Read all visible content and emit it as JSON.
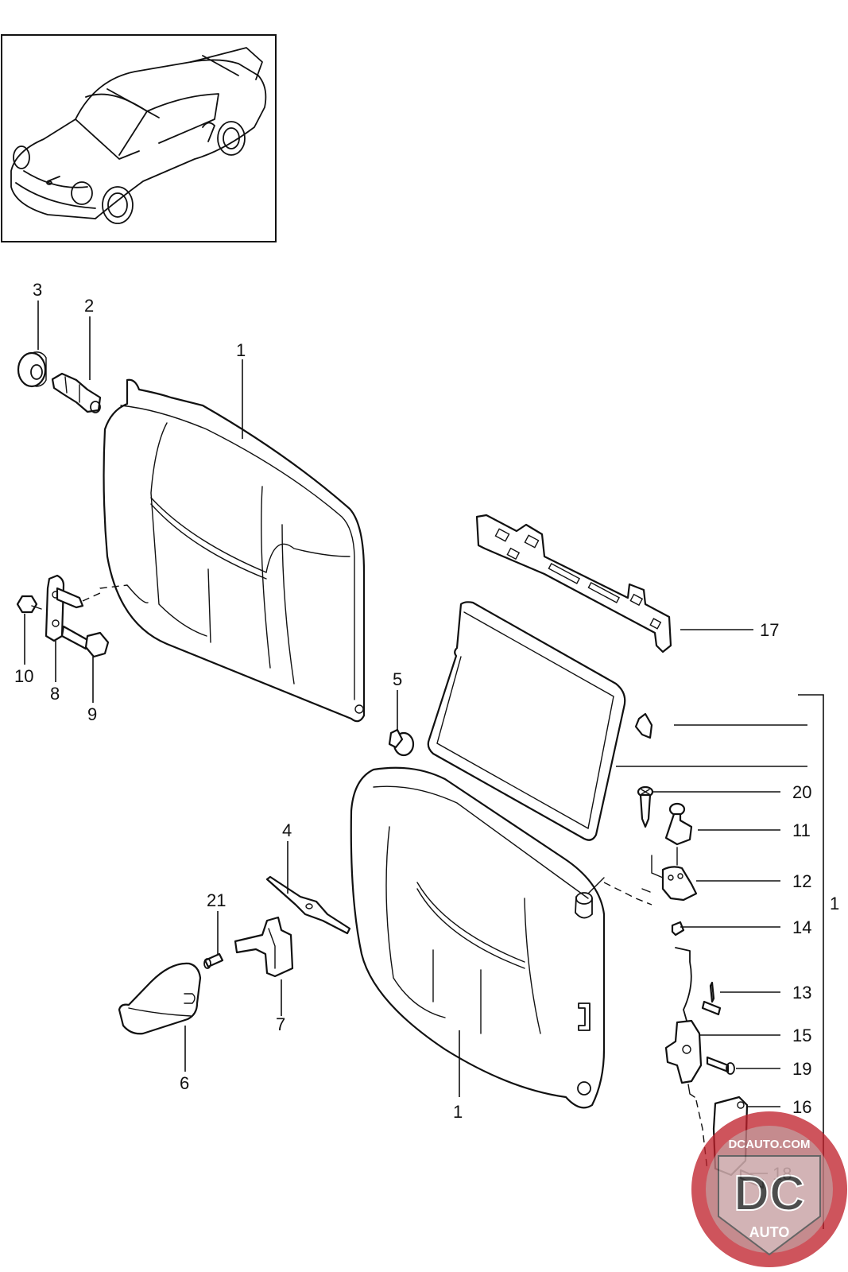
{
  "callouts": [
    {
      "id": "c1a",
      "label": "1"
    },
    {
      "id": "c1b",
      "label": "1"
    },
    {
      "id": "c1c",
      "label": "1"
    },
    {
      "id": "c2",
      "label": "2"
    },
    {
      "id": "c3",
      "label": "3"
    },
    {
      "id": "c4",
      "label": "4"
    },
    {
      "id": "c5",
      "label": "5"
    },
    {
      "id": "c6",
      "label": "6"
    },
    {
      "id": "c7",
      "label": "7"
    },
    {
      "id": "c8",
      "label": "8"
    },
    {
      "id": "c9",
      "label": "9"
    },
    {
      "id": "c10",
      "label": "10"
    },
    {
      "id": "c11",
      "label": "11"
    },
    {
      "id": "c12",
      "label": "12"
    },
    {
      "id": "c13",
      "label": "13"
    },
    {
      "id": "c14",
      "label": "14"
    },
    {
      "id": "c15",
      "label": "15"
    },
    {
      "id": "c16",
      "label": "16"
    },
    {
      "id": "c17",
      "label": "17"
    },
    {
      "id": "c18",
      "label": "18"
    },
    {
      "id": "c19",
      "label": "19"
    },
    {
      "id": "c20",
      "label": "20"
    },
    {
      "id": "c21",
      "label": "21"
    }
  ],
  "watermark": {
    "site": "DCAUTO.COM",
    "logo": "DC",
    "sub": "AUTO",
    "color": "#c0202a"
  }
}
